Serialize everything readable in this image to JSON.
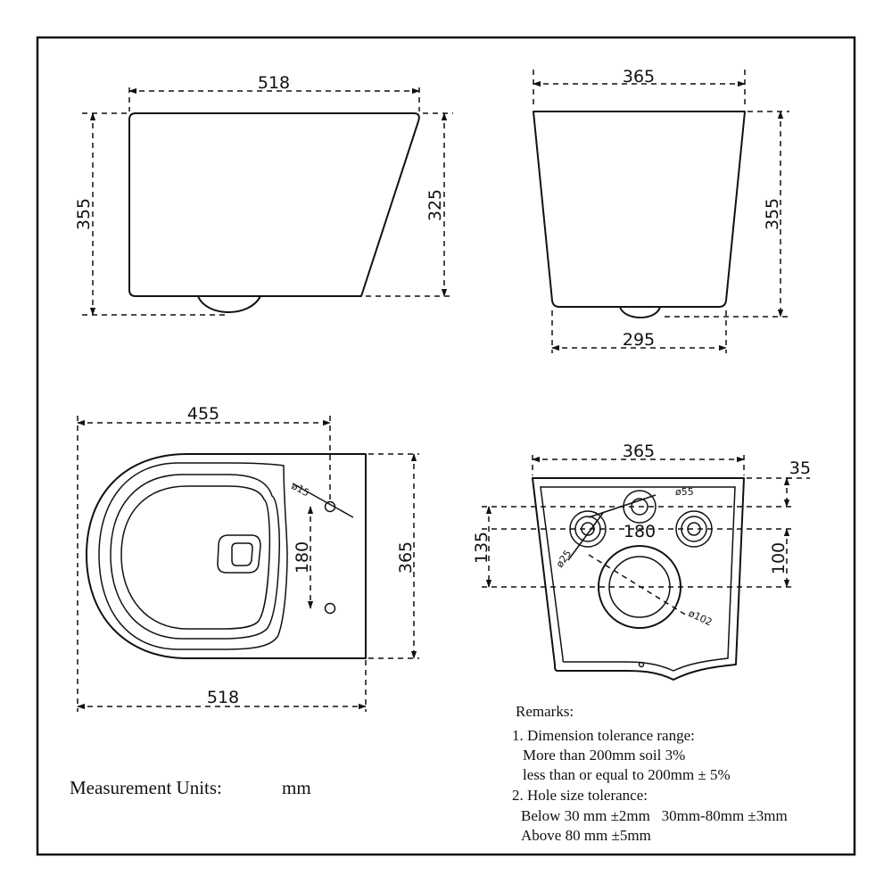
{
  "units_label": "Measurement Units:",
  "units_value": "mm",
  "side_view": {
    "width": "518",
    "height_total": "355",
    "height_front": "325"
  },
  "back_view": {
    "top_width": "365",
    "height": "355",
    "bottom_width": "295"
  },
  "top_view": {
    "depth_to_holes": "455",
    "hole_diameter": "ø15",
    "hole_spacing": "180",
    "width": "365",
    "length": "518"
  },
  "rear_view": {
    "width": "365",
    "top_offset": "35",
    "upper_hole_diameter": "ø55",
    "side_hole_diameter": "ø25",
    "side_hole_spacing": "180",
    "vertical_135": "135",
    "vertical_100": "100",
    "outlet_diameter": "ø102"
  },
  "remarks": {
    "title": "Remarks:",
    "line1": "1. Dimension tolerance range:",
    "line2": "More than 200mm soil 3%",
    "line3": "less than or equal to 200mm ± 5%",
    "line4": "2. Hole size tolerance:",
    "line5": "Below 30 mm ±2mm   30mm-80mm ±3mm",
    "line6": "Above 80 mm ±5mm"
  }
}
